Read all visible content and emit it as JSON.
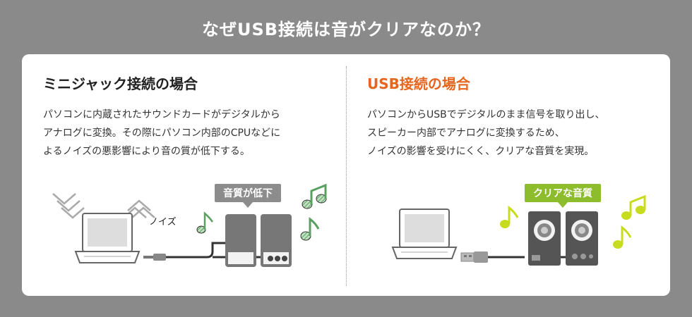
{
  "title": "なぜUSB接続は音がクリアなのか？",
  "left": {
    "heading": "ミニジャック接続の場合",
    "lines": [
      "パソコンに内蔵されたサウンドカードがデジタルから",
      "アナログに変換。その際にパソコン内部のCPUなどに",
      "よるノイズの悪影響により音の質が低下する。"
    ],
    "tag": "音質が低下",
    "noise_label": "ノイズ"
  },
  "right": {
    "heading": "USB接続の場合",
    "lines": [
      "パソコンからUSBでデジタルのまま信号を取り出し、",
      "スピーカー内部でアナログに変換するため、",
      "ノイズの影響を受けにくく、クリアな音質を実現。"
    ],
    "tag": "クリアな音質"
  },
  "colors": {
    "background": "#8a8a8a",
    "accent_orange": "#e6651f",
    "accent_green": "#8dbd2c",
    "tag_gray": "#8c8c8c"
  }
}
